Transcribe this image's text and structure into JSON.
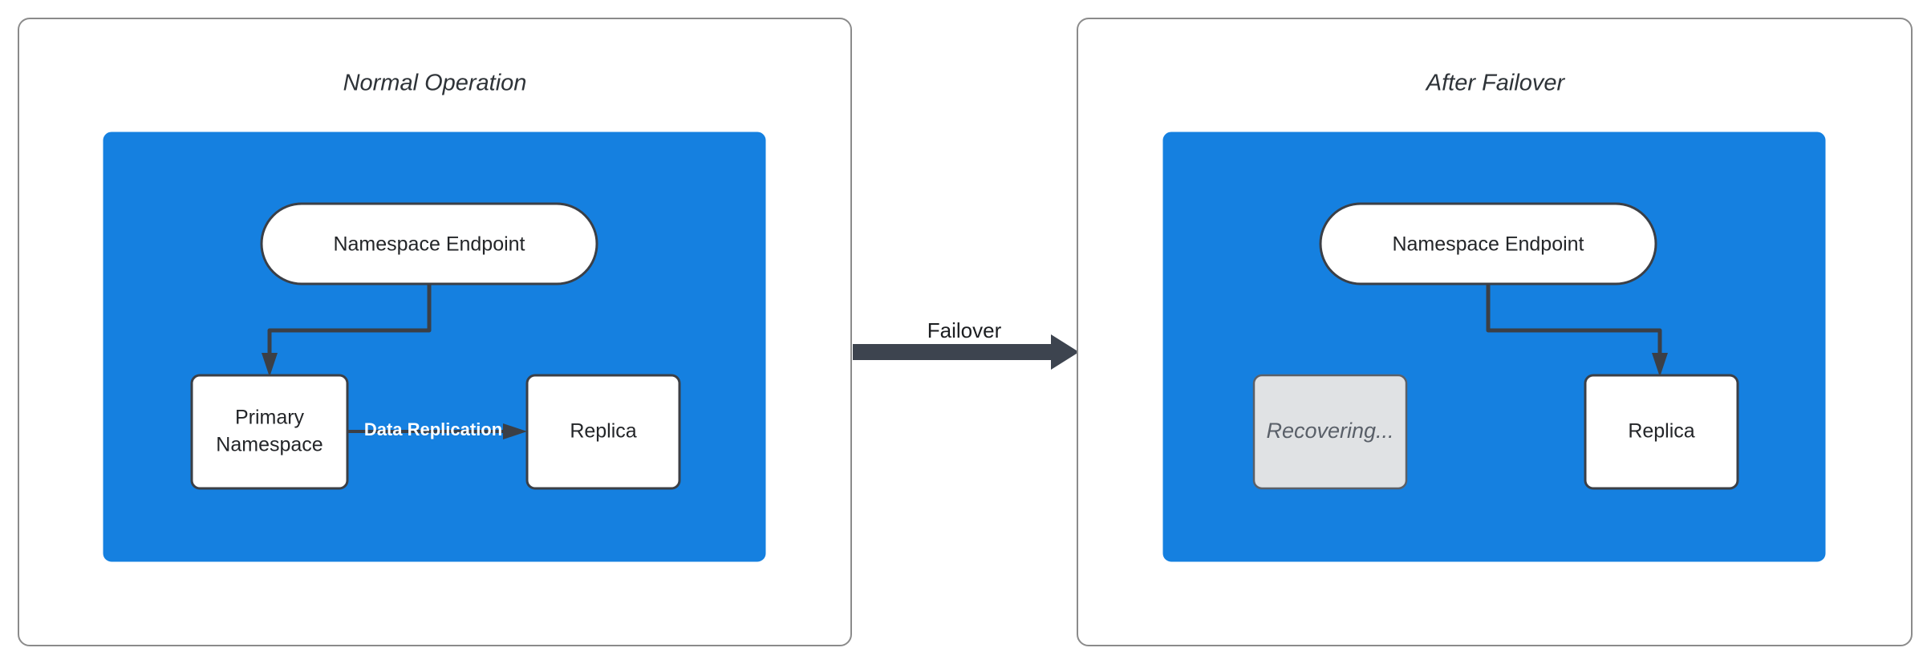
{
  "diagram": {
    "title_left": "Normal Operation",
    "title_right": "After Failover",
    "transition_label": "Failover",
    "colors": {
      "cluster_blue": "#1580e0",
      "node_white": "#ffffff",
      "node_muted": "#e0e2e4",
      "stroke_dark": "#3b3f46",
      "panel_border": "#8b8b8b",
      "label_white": "#ffffff",
      "muted_text": "#5a6069"
    },
    "panels": [
      {
        "id": "normal-operation",
        "title": "Normal Operation",
        "nodes": [
          {
            "id": "endpoint-left",
            "label": "Namespace Endpoint",
            "shape": "stadium",
            "style": "white"
          },
          {
            "id": "primary-left",
            "label": "Primary\nNamespace",
            "line1": "Primary",
            "line2": "Namespace",
            "shape": "rounded-rect",
            "style": "white"
          },
          {
            "id": "replica-left",
            "label": "Replica",
            "shape": "rounded-rect",
            "style": "white"
          }
        ],
        "edges": [
          {
            "from": "endpoint-left",
            "to": "primary-left",
            "label": ""
          },
          {
            "from": "primary-left",
            "to": "replica-left",
            "label": "Data Replication"
          }
        ]
      },
      {
        "id": "after-failover",
        "title": "After Failover",
        "nodes": [
          {
            "id": "endpoint-right",
            "label": "Namespace Endpoint",
            "shape": "stadium",
            "style": "white"
          },
          {
            "id": "recovering-right",
            "label": "Recovering...",
            "shape": "rounded-rect",
            "style": "muted"
          },
          {
            "id": "replica-right",
            "label": "Replica",
            "shape": "rounded-rect",
            "style": "white"
          }
        ],
        "edges": [
          {
            "from": "endpoint-right",
            "to": "replica-right",
            "label": ""
          }
        ]
      }
    ]
  }
}
